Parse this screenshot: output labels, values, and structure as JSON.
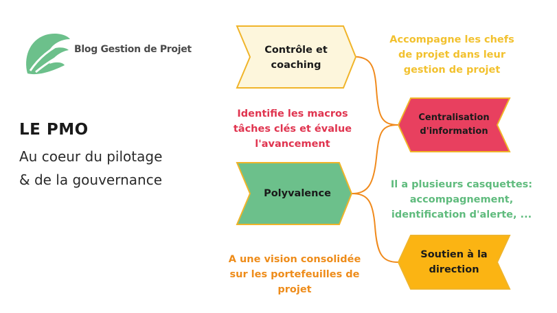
{
  "brand": {
    "name": "Blog Gestion de Projet"
  },
  "heading": {
    "title": "LE PMO",
    "subtitle_line1": "Au coeur du pilotage",
    "subtitle_line2": "& de la gouvernance"
  },
  "shapes": [
    {
      "label": "Contrôle et coaching",
      "fill": "#fdf6dc",
      "stroke": "#f0b429"
    },
    {
      "label": "Centralisation d'information",
      "fill": "#e8405f",
      "stroke": "#f0b429"
    },
    {
      "label": "Polyvalence",
      "fill": "#6cc08b",
      "stroke": "#f0b429"
    },
    {
      "label": "Soutien à la direction",
      "fill": "#fbb413",
      "stroke": "#f0b429"
    }
  ],
  "notes": [
    {
      "text": "Accompagne les chefs de projet dans leur gestion de projet",
      "color": "#f2c12e"
    },
    {
      "text": "Identifie les macros tâches clés et évalue l'avancement",
      "color": "#e0344f"
    },
    {
      "text": "Il a plusieurs casquettes: accompagnement, identification d'alerte, ...",
      "color": "#5fbb7d"
    },
    {
      "text": "A une vision consolidée sur les portefeuilles de projet",
      "color": "#ee8c1a"
    }
  ],
  "colors": {
    "connector": "#f08a1c",
    "logo": "#6cc08b"
  },
  "icons": {
    "logo": "leaf-logo-icon"
  }
}
